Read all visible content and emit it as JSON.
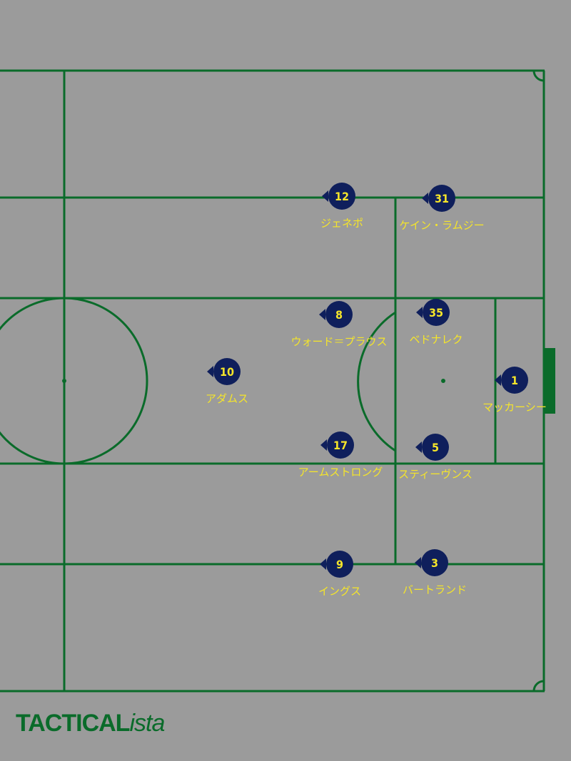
{
  "colors": {
    "background": "#9b9b9b",
    "pitch_line": "#0a6b2a",
    "player_fill": "#0f1f5c",
    "player_text": "#f5e52a",
    "goal": "#0a6b2a"
  },
  "players": [
    {
      "number": "12",
      "name": "ジェネポ"
    },
    {
      "number": "31",
      "name": "ケイン・ラムジー"
    },
    {
      "number": "8",
      "name": "ウォード＝プラウス"
    },
    {
      "number": "35",
      "name": "ベドナレク"
    },
    {
      "number": "10",
      "name": "アダムス"
    },
    {
      "number": "1",
      "name": "マッカーシー"
    },
    {
      "number": "17",
      "name": "アームストロング"
    },
    {
      "number": "5",
      "name": "スティーヴンス"
    },
    {
      "number": "9",
      "name": "イングス"
    },
    {
      "number": "3",
      "name": "バートランド"
    }
  ],
  "logo": {
    "bold": "TACTICAL",
    "light": "ista"
  }
}
